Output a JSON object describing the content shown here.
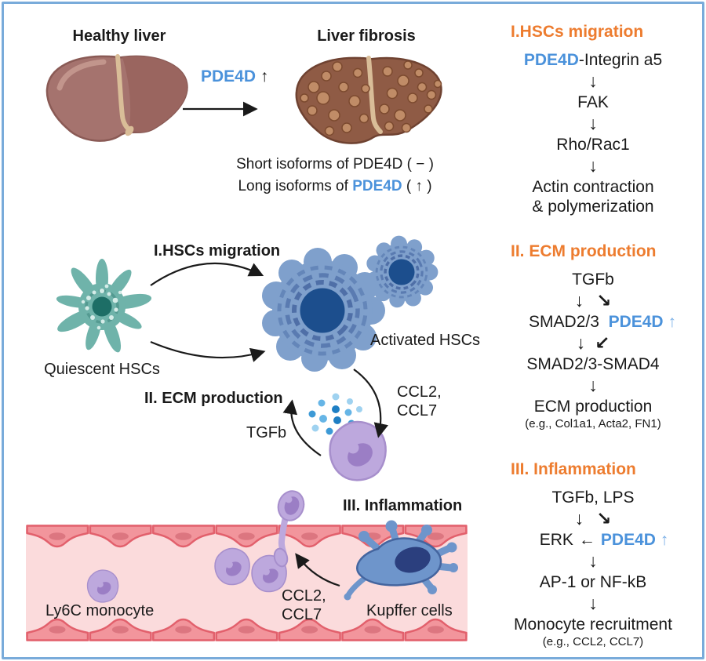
{
  "figure": {
    "border_color": "#79ABDA",
    "accent_orange": "#ED7C2F",
    "accent_blue": "#4B92DB",
    "accent_light_blue": "#7EB2E8"
  },
  "top_section": {
    "healthy_liver_label": "Healthy liver",
    "transition": {
      "gene": "PDE4D",
      "arrow": "↑"
    },
    "liver_fibrosis_label": "Liver fibrosis",
    "short_isoforms_line": "Short isoforms of PDE4D ( − )",
    "long_isoforms": {
      "prefix": "Long isoforms of ",
      "gene": "PDE4D",
      "suffix": " ( ↑ )"
    }
  },
  "hsc_section": {
    "migration_label": "I.HSCs migration",
    "quiescent_label": "Quiescent HSCs",
    "activated_label": "Activated HSCs",
    "ecm_label": "II. ECM production",
    "tgfb_label": "TGFb",
    "ccl_label": "CCL2,\nCCL7"
  },
  "vessel_section": {
    "inflammation_label": "III. Inflammation",
    "ly6c_label": "Ly6C monocyte",
    "ccl_label": "CCL2,\nCCL7",
    "kupffer_label": "Kupffer cells"
  },
  "pathway_panels": [
    {
      "title": "I.HSCs migration",
      "node1_gene": "PDE4D",
      "node1_rest": "-Integrin a5",
      "node2": "FAK",
      "node3": "Rho/Rac1",
      "node4_line1": "Actin contraction",
      "node4_line2": "& polymerization",
      "down_arrow": "↓"
    },
    {
      "title": "II. ECM production",
      "node1": "TGFb",
      "node2": "SMAD2/3",
      "node2_gene": "PDE4D",
      "node2_up": "↑",
      "node3": "SMAD2/3-SMAD4",
      "node4": "ECM production",
      "node4_note": "(e.g., Col1a1, Acta2, FN1)",
      "down_arrow": "↓",
      "diag_arrow_right": "↘",
      "diag_arrow_left": "↙"
    },
    {
      "title": "III. Inflammation",
      "node1": "TGFb, LPS",
      "node2": "ERK",
      "node2_left_arrow": "←",
      "node2_gene": "PDE4D",
      "node2_up": "↑",
      "node3": "AP-1 or NF-kB",
      "node4": "Monocyte recruitment",
      "node4_note": "(e.g., CCL2, CCL7)",
      "down_arrow": "↓",
      "diag_arrow_right": "↘"
    }
  ]
}
